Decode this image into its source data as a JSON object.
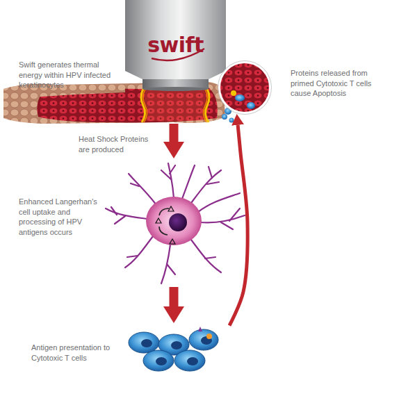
{
  "diagram": {
    "nodes": [
      {
        "text": [
          "Swift generates thermal energy within HPV infected keratinocytes"
        ]
      },
      {
        "text": [
          "Proteins released from primed Cytotoxic T cells cause Apoptosis"
        ]
      },
      {
        "text": [
          "Enhanced Langerhan's cell uptake and processing of HPV antigens occurs"
        ]
      },
      {
        "text": [
          "Antigen presentation to Cytotoxic T cells"
        ]
      }
    ],
    "edges": [
      {
        "from": 0,
        "to": 2,
        "arrow": "to",
        "label": "Heat Shock Proteins are produced"
      },
      {
        "from": 2,
        "to": 3,
        "arrow": "to"
      },
      {
        "from": 3,
        "to": 1,
        "arrow": "to"
      }
    ],
    "labels": [
      "swift"
    ]
  }
}
